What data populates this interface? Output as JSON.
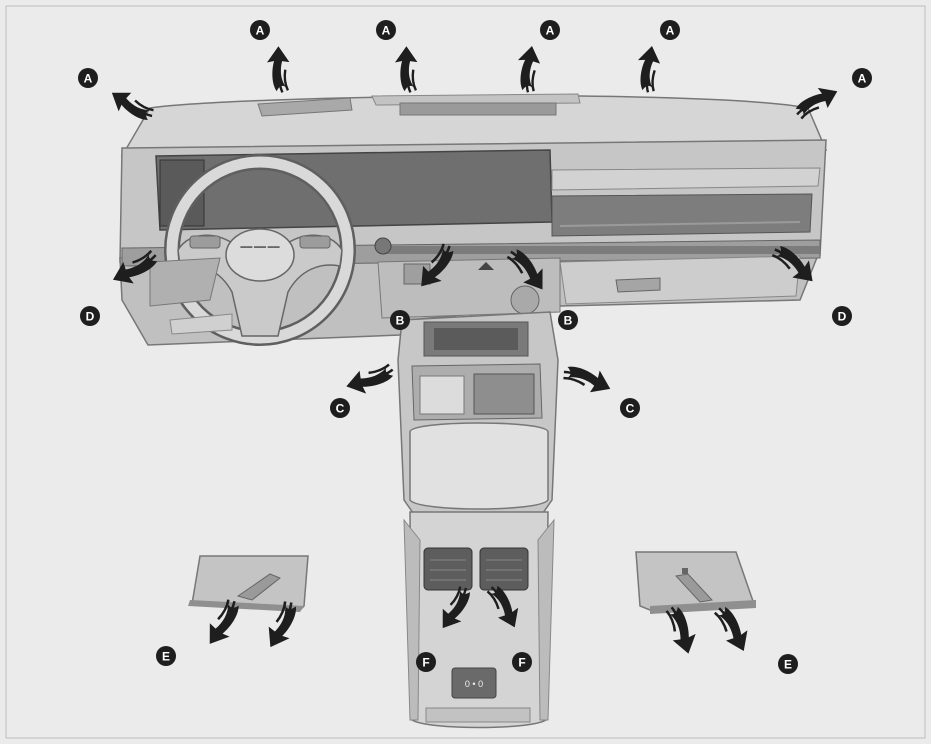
{
  "labels": {
    "A": "A",
    "B": "B",
    "C": "C",
    "D": "D",
    "E": "E",
    "F": "F"
  },
  "screen": {
    "display_text": "▬▬ ▬▬ ▬▬"
  },
  "rear_console": {
    "usb_ports": "0 • 0"
  },
  "colors": {
    "background": "#ebebeb",
    "panel_light": "#d3d3d3",
    "panel_mid": "#b9b9b9",
    "panel_dark": "#8f8f8f",
    "screen": "#6f6f6f",
    "arrow": "#1e1e1e"
  },
  "icons": {
    "airflow": "curved-airflow-arrow-icon",
    "label_marker": "black-circle-letter-icon"
  }
}
